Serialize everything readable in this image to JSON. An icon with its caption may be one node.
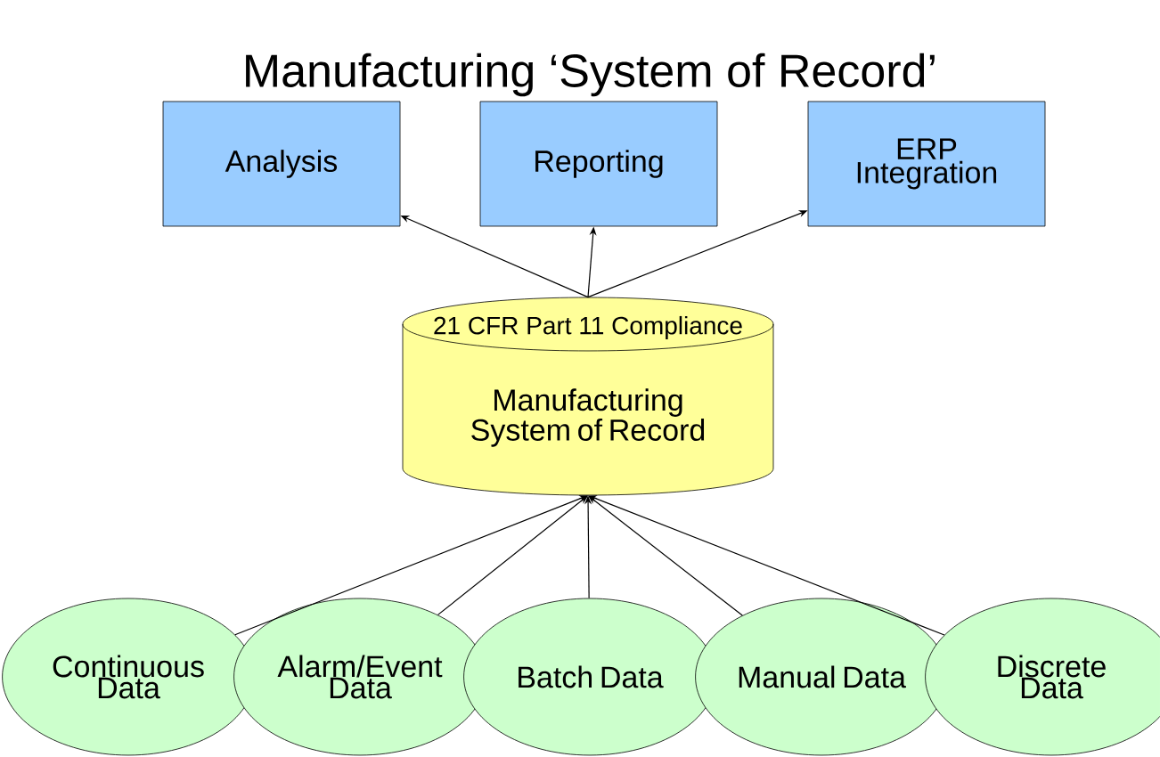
{
  "diagram": {
    "title": "Manufacturing ‘System of Record’",
    "nodes": [
      {
        "text": [
          "Analysis"
        ]
      },
      {
        "text": [
          "Reporting"
        ]
      },
      {
        "text": [
          "ERP Integration"
        ]
      },
      {
        "text": [
          "21 CFR Part 11 Compliance",
          "Manufacturing System of Record"
        ]
      },
      {
        "text": [
          "Continuous Data"
        ]
      },
      {
        "text": [
          "Alarm/Event Data"
        ]
      },
      {
        "text": [
          "Batch Data"
        ]
      },
      {
        "text": [
          "Manual Data"
        ]
      },
      {
        "text": [
          "Discrete Data"
        ]
      }
    ],
    "edges": [
      {
        "from": 3,
        "to": 0,
        "arrow": "to"
      },
      {
        "from": 3,
        "to": 1,
        "arrow": "to"
      },
      {
        "from": 3,
        "to": 2,
        "arrow": "to"
      },
      {
        "from": 4,
        "to": 3,
        "arrow": "to"
      },
      {
        "from": 5,
        "to": 3,
        "arrow": "to"
      },
      {
        "from": 6,
        "to": 3,
        "arrow": "to"
      },
      {
        "from": 7,
        "to": 3,
        "arrow": "to"
      },
      {
        "from": 8,
        "to": 3,
        "arrow": "to"
      }
    ]
  }
}
